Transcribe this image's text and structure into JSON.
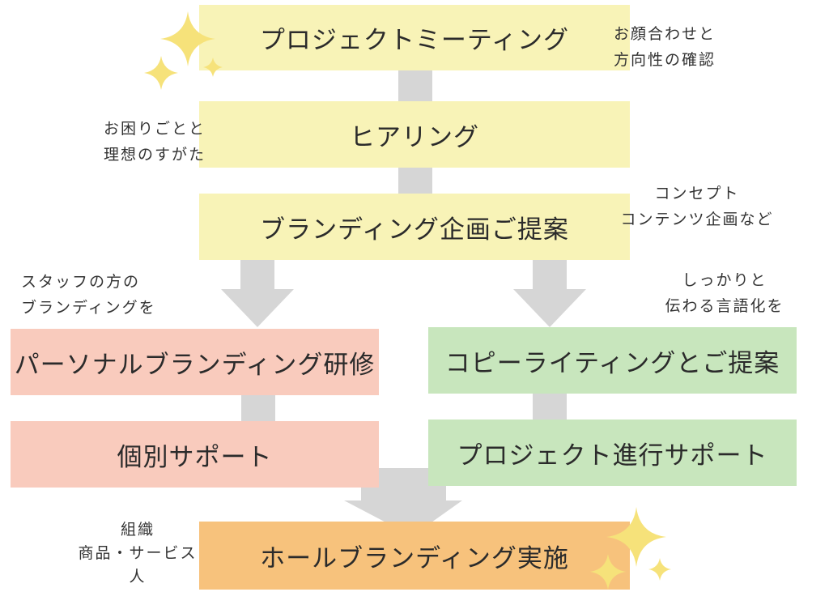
{
  "steps": {
    "meeting": "プロジェクトミーティング",
    "hearing": "ヒアリング",
    "branding_plan": "ブランディング企画ご提案",
    "personal_training": "パーソナルブランディング研修",
    "individual_support": "個別サポート",
    "copywriting": "コピーライティングとご提案",
    "project_support": "プロジェクト進行サポート",
    "whole_branding": "ホールブランディング実施"
  },
  "notes": {
    "meeting": [
      "お顔合わせと",
      "方向性の確認"
    ],
    "hearing": [
      "お困りごとと",
      "理想のすがた"
    ],
    "branding_plan": [
      "コンセプト",
      "コンテンツ企画など"
    ],
    "staff": [
      "スタッフの方の",
      "ブランディングを"
    ],
    "verbalize": [
      "しっかりと",
      "伝わる言語化を"
    ],
    "whole": [
      "組織",
      "商品・サービス",
      "人"
    ]
  },
  "colors": {
    "yellow": "#f8f3b7",
    "pink": "#f9cbbd",
    "green": "#c8e6bd",
    "orange": "#f7c27c",
    "arrow": "#d6d6d6",
    "sparkle": "#f6e27a"
  }
}
